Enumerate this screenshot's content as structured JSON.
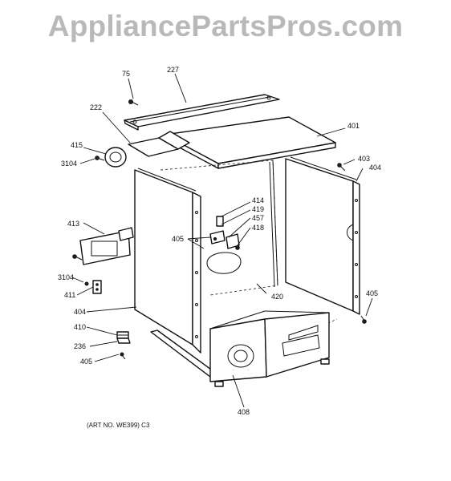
{
  "watermark": "AppliancePartsPros.com",
  "art_number": "(ART NO. WE399) C3",
  "callouts": [
    "75",
    "227",
    "222",
    "401",
    "415",
    "3104",
    "403",
    "404",
    "414",
    "419",
    "457",
    "418",
    "405",
    "413",
    "3104",
    "420",
    "411",
    "404",
    "405",
    "410",
    "236",
    "405",
    "408"
  ]
}
